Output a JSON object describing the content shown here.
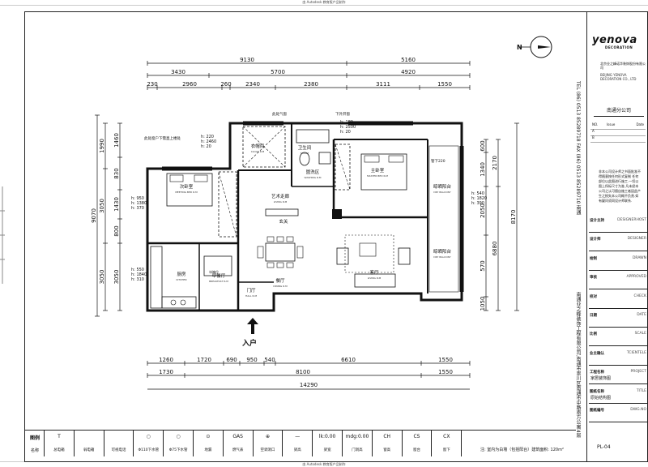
{
  "header": {
    "top_caption": "由 Autodesk 教育版产品制作",
    "bottom_caption": "由 Autodesk 教育版产品制作"
  },
  "dimensions": {
    "top_total": [
      "9130",
      "5160"
    ],
    "top_mid": [
      "3430",
      "5700",
      "4920"
    ],
    "top_inner": [
      "230",
      "2960",
      "260",
      "2340",
      "2380",
      "3111",
      "1550"
    ],
    "bottom_inner": [
      "1260",
      "1720",
      "690",
      "950",
      "540",
      "6610",
      "1550"
    ],
    "bottom_mid": [
      "1730",
      "8100",
      "1550"
    ],
    "bottom_total": "14290",
    "left_outer": [
      "9070"
    ],
    "left_mid": [
      "1990",
      "3050",
      "3050"
    ],
    "left_inner": [
      "1460",
      "830",
      "1430",
      "800",
      "3050"
    ],
    "right_outer": [
      "8170"
    ],
    "right_mid": [
      "2170",
      "6880"
    ],
    "right_inner": [
      "600",
      "1340",
      "2050",
      "570",
      "1050"
    ]
  },
  "rooms": [
    {
      "cn": "衣帽间",
      "en": "CLOAK R.M"
    },
    {
      "cn": "卫生间",
      "en": "TOILET"
    },
    {
      "cn": "主卧室",
      "en": "MASTER BED R.M"
    },
    {
      "cn": "晾晒阳台",
      "en": "DRY BALCONY"
    },
    {
      "cn": "次卧室",
      "en": "MEETING BED R.M"
    },
    {
      "cn": "艺术走廊",
      "en": "LIVING R.M"
    },
    {
      "cn": "盥洗区",
      "en": "WASHING R.M"
    },
    {
      "cn": "玄关",
      "en": ""
    },
    {
      "cn": "餐厅",
      "en": "DINING R.M"
    },
    {
      "cn": "客厅",
      "en": "LIVING R.M"
    },
    {
      "cn": "晾晒阳台",
      "en": "DRY BALCONY"
    },
    {
      "cn": "厨房",
      "en": "KITCHEN"
    },
    {
      "cn": "早餐厅",
      "en": "BREAKFAST R.M"
    },
    {
      "cn": "门厅",
      "en": "HALL R.M"
    }
  ],
  "heights": [
    {
      "lines": [
        "h: 220",
        "h: 2460",
        "h: 20"
      ]
    },
    {
      "lines": [
        "h: 180",
        "h: 2500",
        "h: 20"
      ]
    },
    {
      "lines": [
        "h: 950",
        "h: 1380",
        "h: 370"
      ]
    },
    {
      "lines": [
        "h: 540",
        "h: 1820",
        "h: 390"
      ]
    },
    {
      "lines": [
        "h: 550",
        "h: 1840",
        "h: 310"
      ]
    }
  ],
  "annotations": {
    "window_note": "此处窗户下需直上楼处",
    "exhaust": "此处气窗",
    "window": "下外开窗",
    "pipe": "管下220",
    "fridge": "冰箱位",
    "entrance": "入户"
  },
  "logo": {
    "brand": "yenova",
    "sub": "DECORATION"
  },
  "company": {
    "cn": "北京业之峰诺华装饰股份有限公司",
    "en": "BEIJING YENOVA DECORATION CO., LTD"
  },
  "branch": "南通分公司",
  "revision": {
    "no": "NO.",
    "issue": "Issue",
    "date": "Date",
    "rows": [
      "A",
      "B"
    ]
  },
  "note": "非本公司设计师之书面批准不得随意按任何形式复制 任何部位以此图进行施工.一切以图上所标尺寸为准.凡未经本公司之认可擅自施工者因此产生之损失本公司概不负责.如有疑问须同设计师联系.",
  "title_rows": [
    {
      "cn": "设计主持",
      "en": "DESIGNERHOST",
      "value": ""
    },
    {
      "cn": "设计师",
      "en": "DESIGNER",
      "value": ""
    },
    {
      "cn": "绘制",
      "en": "DRAWN",
      "value": ""
    },
    {
      "cn": "审核",
      "en": "APPROVED",
      "value": ""
    },
    {
      "cn": "校对",
      "en": "CHECK",
      "value": ""
    },
    {
      "cn": "日期",
      "en": "DATE",
      "value": ""
    },
    {
      "cn": "比例",
      "en": "SCALE",
      "value": ""
    },
    {
      "cn": "业主确认",
      "en": "TCIENTELE",
      "value": ""
    },
    {
      "cn": "工程名称",
      "en": "PROJECT",
      "value": "家居装饰图"
    },
    {
      "cn": "图纸名称",
      "en": "TITLE",
      "value": "原始结构图"
    },
    {
      "cn": "图纸编号",
      "en": "DWG.NO",
      "value": ""
    }
  ],
  "drawing_no": "PL-04",
  "vertical_contact": "TEL (86) 0513 85289718  FAX (86) 0513 85289710  南通",
  "vertical_address": "南通业之峰装饰工程有限公司,南通市崇川区南通市中路南方公寓4层",
  "legend": {
    "title": "图例",
    "name_label": "名称",
    "items": [
      {
        "label": "总电箱",
        "symbol": "T"
      },
      {
        "label": "弱电箱",
        "symbol": ""
      },
      {
        "label": "可视电话",
        "symbol": ""
      },
      {
        "label": "Φ110下水管",
        "symbol": "○"
      },
      {
        "label": "Φ75下水管",
        "symbol": "○"
      },
      {
        "label": "地漏",
        "symbol": "⊙"
      },
      {
        "label": "燃气表",
        "symbol": "GAS"
      },
      {
        "label": "空调洞口",
        "symbol": "⊕"
      },
      {
        "label": "梁高",
        "symbol": "—"
      },
      {
        "label": "梁宽",
        "symbol": "lk:0.00"
      },
      {
        "label": "门洞高",
        "symbol": "mdg:0.00"
      },
      {
        "label": "窗高",
        "symbol": "CH"
      },
      {
        "label": "窗台",
        "symbol": "CS"
      },
      {
        "label": "窗下",
        "symbol": "CX"
      }
    ]
  },
  "footer_note": "注: 室内为白墙（包括阳台）建筑面积: 120m²",
  "colors": {
    "line": "#111111",
    "wall": "#1a1a1a",
    "paper": "#ffffff"
  }
}
